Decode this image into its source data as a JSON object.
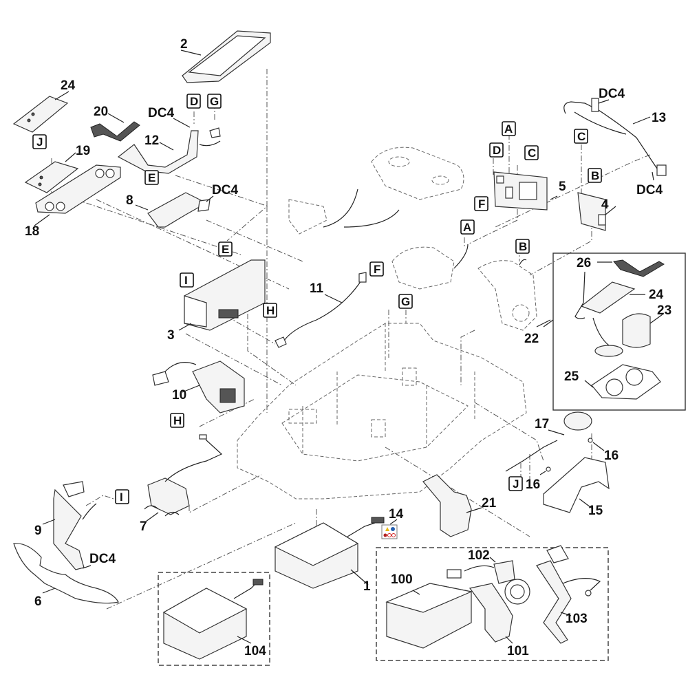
{
  "diagram": {
    "type": "exploded-parts-diagram",
    "subject": "robotic lawn mower electronics and chassis",
    "part_numbers": {
      "p1": "1",
      "p2": "2",
      "p3": "3",
      "p4": "4",
      "p5": "5",
      "p6": "6",
      "p7": "7",
      "p8": "8",
      "p9": "9",
      "p10": "10",
      "p11": "11",
      "p12": "12",
      "p13": "13",
      "p14": "14",
      "p15": "15",
      "p16a": "16",
      "p16b": "16",
      "p17": "17",
      "p18": "18",
      "p19": "19",
      "p20": "20",
      "p21": "21",
      "p22": "22",
      "p23": "23",
      "p24a": "24",
      "p24b": "24",
      "p25": "25",
      "p26": "26",
      "p100": "100",
      "p101": "101",
      "p102": "102",
      "p103": "103",
      "p104": "104"
    },
    "connector_labels": {
      "dc4_12": "DC4",
      "dc4_8": "DC4",
      "dc4_13a": "DC4",
      "dc4_13b": "DC4",
      "dc4_9": "DC4"
    },
    "reference_letters": {
      "a_top": "A",
      "a_mid": "A",
      "b_top": "B",
      "b_mid": "B",
      "c_13": "C",
      "c_5": "C",
      "d_12": "D",
      "d_5": "D",
      "e_12": "E",
      "e_3": "E",
      "f_5": "F",
      "f_11": "F",
      "g_12": "G",
      "g_chassis": "G",
      "h_3": "H",
      "h_7": "H",
      "i_3": "I",
      "i_9": "I",
      "j_19": "J",
      "j_16": "J"
    },
    "warning_label_icons": [
      "warning-triangle-icon",
      "info-circle-icon",
      "no-hands-icon",
      "no-entry-icon",
      "no-feet-icon"
    ]
  }
}
